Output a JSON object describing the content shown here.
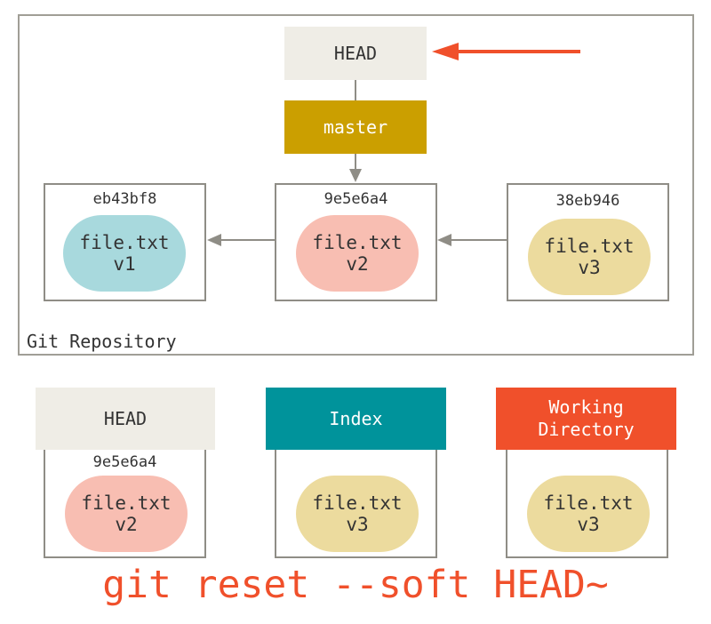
{
  "repository": {
    "label": "Git Repository",
    "head_label": "HEAD",
    "branch_label": "master",
    "commits": [
      {
        "hash": "eb43bf8",
        "file": "file.txt",
        "version": "v1"
      },
      {
        "hash": "9e5e6a4",
        "file": "file.txt",
        "version": "v2"
      },
      {
        "hash": "38eb946",
        "file": "file.txt",
        "version": "v3"
      }
    ]
  },
  "trees": [
    {
      "title": "HEAD",
      "hash": "9e5e6a4",
      "file": "file.txt",
      "version": "v2"
    },
    {
      "title": "Index",
      "file": "file.txt",
      "version": "v3"
    },
    {
      "title": "Working\nDirectory",
      "file": "file.txt",
      "version": "v3"
    }
  ],
  "command": "git reset --soft HEAD~",
  "colors": {
    "head_bg": "#efede6",
    "branch_bg": "#cb9f00",
    "index_bg": "#00939b",
    "working_dir_bg": "#f0502b",
    "v1_blob": "#a8d9dd",
    "v2_blob": "#f8beb2",
    "v3_blob": "#ecdb9e",
    "pointer_arrow": "#f0502b",
    "command_text": "#f0502b"
  }
}
